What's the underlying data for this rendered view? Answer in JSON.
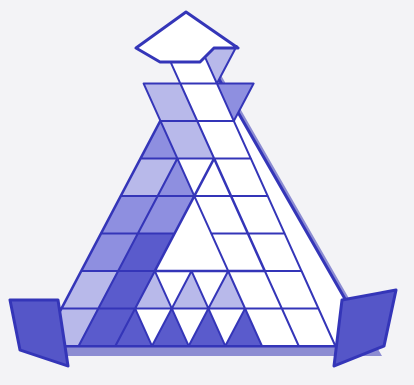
{
  "figure": {
    "kind": "triangular-arrow-grid-graphic",
    "arrow_count": 3,
    "arrow_directions": [
      "up",
      "lower-left",
      "lower-right"
    ],
    "colors": {
      "background": "#f3f3f6",
      "outline": "#3435b8",
      "shadow": "#8c8cd2",
      "white_cell": "#ffffff",
      "light_blue": "#b8b9ea",
      "medium_blue": "#8e8fe0",
      "dark_blue": "#5a5bcc",
      "arrow_head_light": "#ffffff",
      "arrow_head_dark": "#5556c8"
    },
    "cell_shading_legend": [
      "white",
      "light",
      "medium",
      "dark"
    ]
  }
}
